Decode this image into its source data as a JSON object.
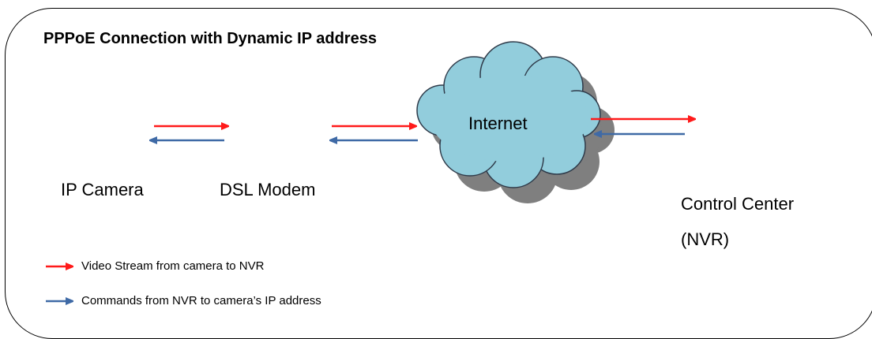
{
  "title": "PPPoE Connection with Dynamic IP address",
  "nodes": {
    "ip_camera": "IP Camera",
    "dsl_modem": "DSL Modem",
    "internet": "Internet",
    "control_center_line1": "Control Center",
    "control_center_line2": "(NVR)"
  },
  "legend": {
    "video": "Video Stream from camera to NVR",
    "commands": "Commands from NVR to camera’s IP address"
  },
  "colors": {
    "video_arrow": "#ff1a1a",
    "command_arrow": "#3f6aa6",
    "cloud_fill": "#92cddc",
    "cloud_shadow": "#7f7f7f"
  }
}
